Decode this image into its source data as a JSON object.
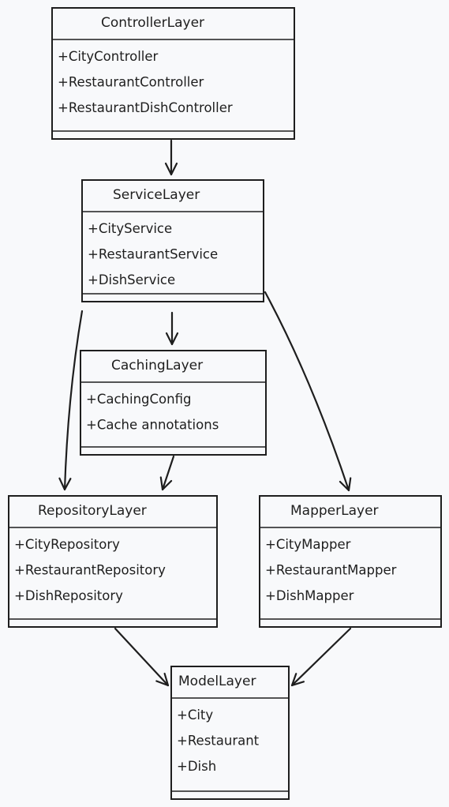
{
  "diagram": {
    "boxes": [
      {
        "id": "controller",
        "title": "ControllerLayer",
        "items": [
          "+CityController",
          "+RestaurantController",
          "+RestaurantDishController"
        ]
      },
      {
        "id": "service",
        "title": "ServiceLayer",
        "items": [
          "+CityService",
          "+RestaurantService",
          "+DishService"
        ]
      },
      {
        "id": "caching",
        "title": "CachingLayer",
        "items": [
          "+CachingConfig",
          "+Cache annotations"
        ]
      },
      {
        "id": "repository",
        "title": "RepositoryLayer",
        "items": [
          "+CityRepository",
          "+RestaurantRepository",
          "+DishRepository"
        ]
      },
      {
        "id": "mapper",
        "title": "MapperLayer",
        "items": [
          "+CityMapper",
          "+RestaurantMapper",
          "+DishMapper"
        ]
      },
      {
        "id": "model",
        "title": "ModelLayer",
        "items": [
          "+City",
          "+Restaurant",
          "+Dish"
        ]
      }
    ],
    "edges": [
      {
        "from": "controller",
        "to": "service"
      },
      {
        "from": "service",
        "to": "caching"
      },
      {
        "from": "service",
        "to": "repository"
      },
      {
        "from": "service",
        "to": "mapper"
      },
      {
        "from": "caching",
        "to": "repository"
      },
      {
        "from": "repository",
        "to": "model"
      },
      {
        "from": "mapper",
        "to": "model"
      }
    ]
  }
}
